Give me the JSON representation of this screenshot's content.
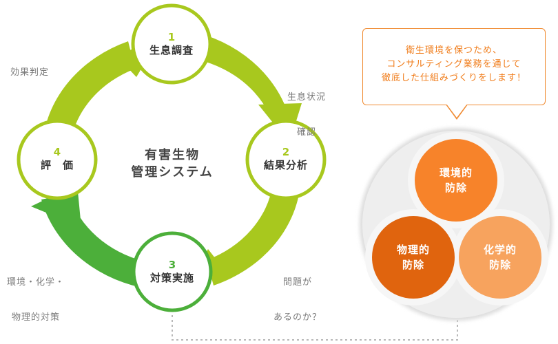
{
  "cycle": {
    "center_title_line1": "有害生物",
    "center_title_line2": "管理システム",
    "steps": [
      {
        "number": "1",
        "title": "生息調査"
      },
      {
        "number": "2",
        "title": "結果分析"
      },
      {
        "number": "3",
        "title": "対策実施"
      },
      {
        "number": "4",
        "title": "評　価"
      }
    ],
    "labels": {
      "habitat_check_line1": "生息状況",
      "habitat_check_line2": "確認",
      "problem_line1": "問題が",
      "problem_line2": "あるのか？",
      "methods_line1": "環境・化学・",
      "methods_line2": "物理的対策",
      "effect": "効果判定"
    }
  },
  "callout": {
    "line1": "衛生環境を保つため、",
    "line2": "コンサルティング業務を通じて",
    "line3": "徹底した仕組みづくりをします！"
  },
  "venn": {
    "environmental_line1": "環境的",
    "environmental_line2": "防除",
    "physical_line1": "物理的",
    "physical_line2": "防除",
    "chemical_line1": "化学的",
    "chemical_line2": "防除"
  },
  "colors": {
    "cycle_light_green": "#a8c81e",
    "cycle_dark_green": "#4caf3a",
    "accent_orange": "#f08a30",
    "venn_environmental": "#f7832a",
    "venn_physical": "#e0640e",
    "venn_chemical": "#f7a35e",
    "label_gray": "#7a7a7a"
  }
}
